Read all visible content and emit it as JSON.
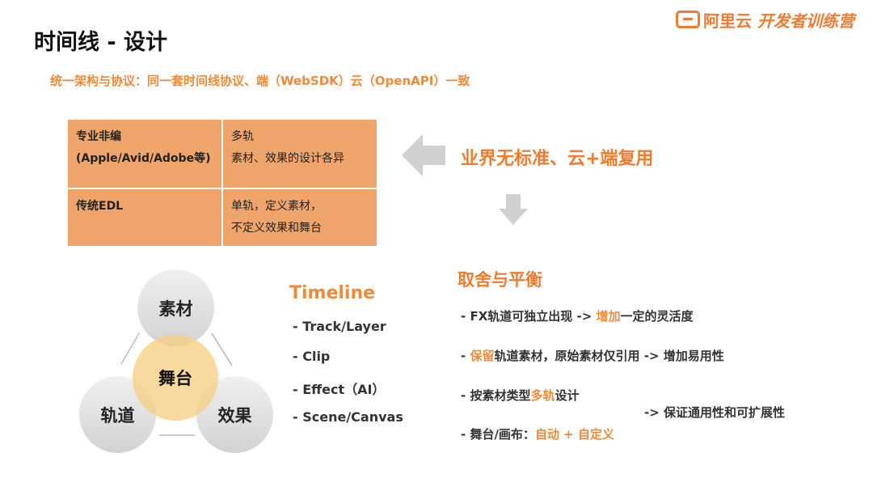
{
  "title": "时间线 - 设计",
  "logo": {
    "brand": "阿里云",
    "program": "开发者训练营"
  },
  "subtitle": "统一架构与协议：同一套时间线协议、端（WebSDK）云（OpenAPI）一致",
  "table": [
    {
      "left": [
        "专业非编",
        "(Apple/Avid/Adobe等)"
      ],
      "right": [
        "多轨",
        "素材、效果的设计各异"
      ]
    },
    {
      "left": [
        "传统EDL"
      ],
      "right": [
        "单轨，定义素材，",
        "不定义效果和舞台"
      ]
    }
  ],
  "no_standard": "业界无标准、云+端复用",
  "diagram": {
    "top": "素材",
    "center": "舞台",
    "left": "轨道",
    "right": "效果"
  },
  "timeline": {
    "title": "Timeline",
    "items": [
      "-  Track/Layer",
      "-  Clip",
      "-  Effect（AI）",
      "-  Scene/Canvas"
    ]
  },
  "balance": {
    "title": "取舍与平衡",
    "i1": {
      "a": "-  FX轨道可独立出现   ->  ",
      "b": "增加",
      "c": "一定的灵活度"
    },
    "i2": {
      "a": "-  ",
      "b": "保留",
      "c": "轨道素材，原始素材仅引用   ->  增加易用性"
    },
    "i3": {
      "a": "-  按素材类型",
      "b": "多轨",
      "c": "设计"
    },
    "i3b": "-> 保证通用性和可扩展性",
    "i4": {
      "a": "-  舞台/画布：",
      "b": "自动 + 自定义"
    }
  },
  "colors": {
    "accent": "#ee7b30",
    "table": "#eea46b"
  }
}
